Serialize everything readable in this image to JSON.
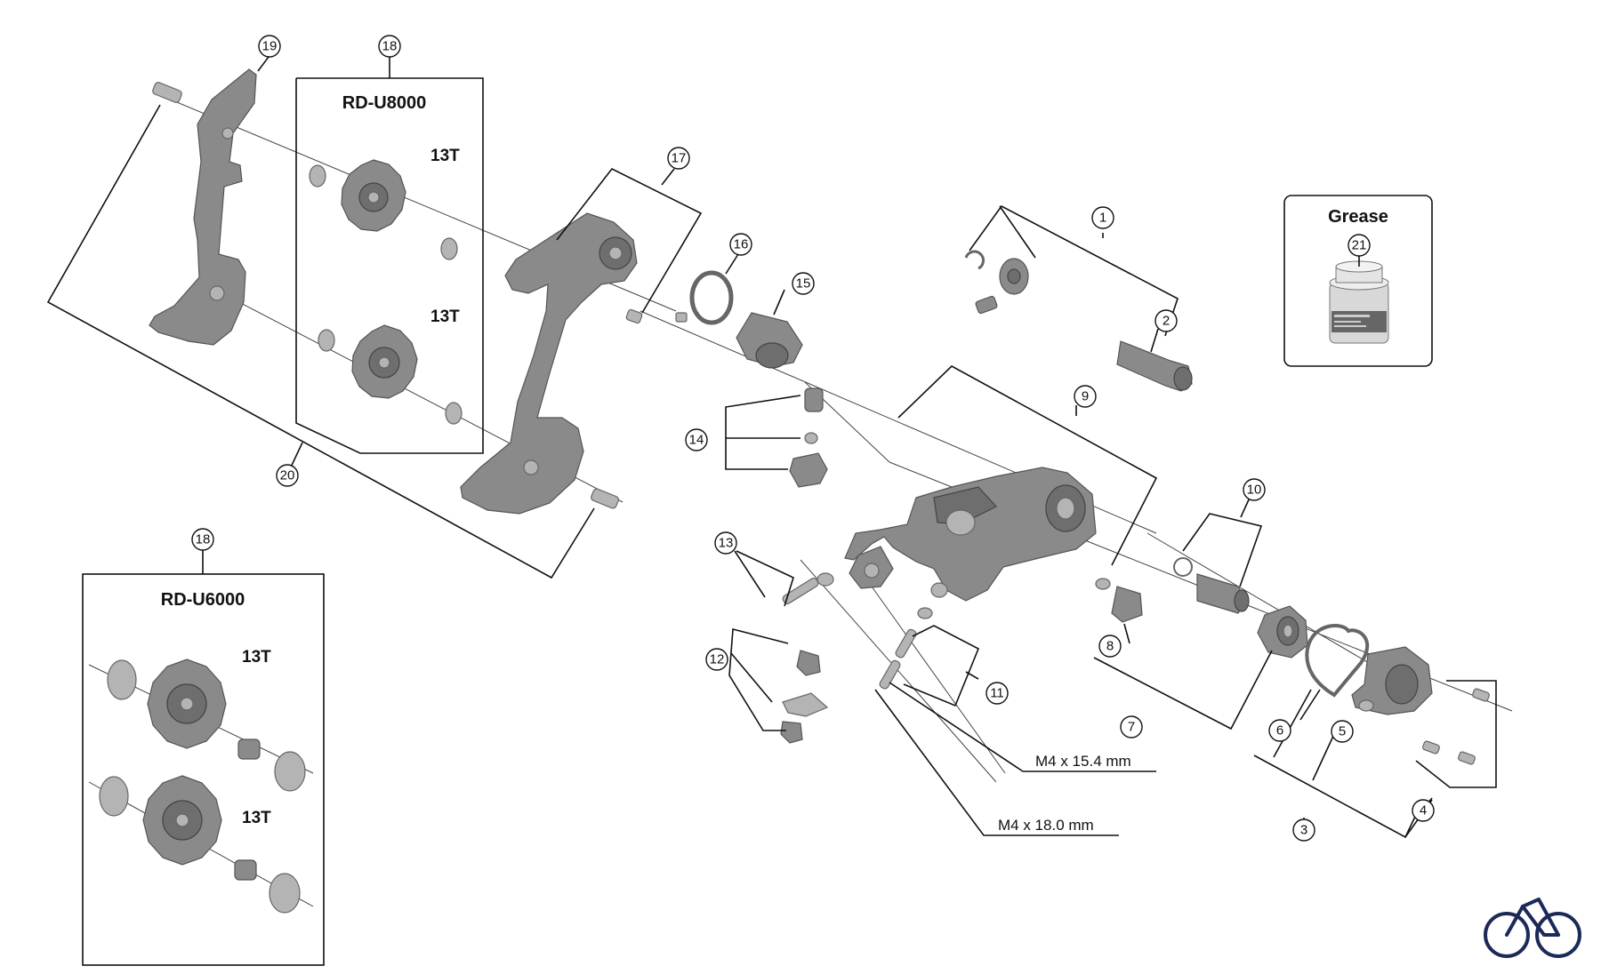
{
  "callouts": {
    "c1": "1",
    "c2": "2",
    "c3": "3",
    "c4": "4",
    "c5": "5",
    "c6": "6",
    "c7": "7",
    "c8": "8",
    "c9": "9",
    "c10": "10",
    "c11": "11",
    "c12": "12",
    "c13": "13",
    "c14": "14",
    "c15": "15",
    "c16": "16",
    "c17": "17",
    "c18a": "18",
    "c18b": "18",
    "c19": "19",
    "c20": "20",
    "c21": "21"
  },
  "boxes": {
    "rd_u8000": {
      "title": "RD-U8000",
      "upper_teeth": "13T",
      "lower_teeth": "13T"
    },
    "rd_u6000": {
      "title": "RD-U6000",
      "upper_teeth": "13T",
      "lower_teeth": "13T"
    },
    "grease": {
      "title": "Grease"
    }
  },
  "dimensions": {
    "bolt_short": "M4 x 15.4 mm",
    "bolt_long": "M4 x 18.0 mm"
  },
  "icons": {
    "brand": "bicycle-icon"
  },
  "colors": {
    "part_gray": "#8a8a8a",
    "line": "#111111",
    "brand_navy": "#1c2a5a"
  }
}
